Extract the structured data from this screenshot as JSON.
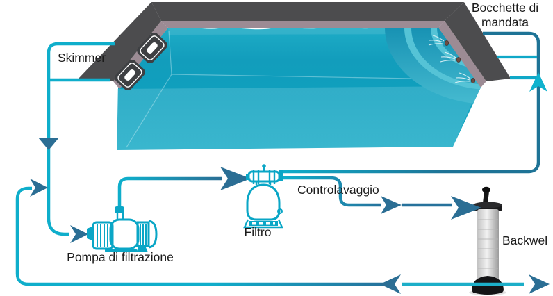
{
  "labels": {
    "skimmer": "Skimmer",
    "bocchette_line1": "Bocchette di",
    "bocchette_line2": "mandata",
    "controlavaggio": "Controlavaggio",
    "filtro": "Filtro",
    "pompa": "Pompa di filtrazione",
    "backwel": "Backwel"
  },
  "colors": {
    "pipe_cyan": "#0FAECB",
    "pipe_dark": "#1E7396",
    "arrow_blue": "#2B6E94",
    "water_teal": "#14A5C2",
    "steps_light": "#55C3D6",
    "coping_gray": "#4C4C4E",
    "edge_mauve": "#9C8B94",
    "icon_teal": "#0AA6C6",
    "label_text": "#1B1B1B",
    "backwel_body_gray": "#D8D8D8",
    "backwel_cap_black": "#1A1A1C"
  }
}
